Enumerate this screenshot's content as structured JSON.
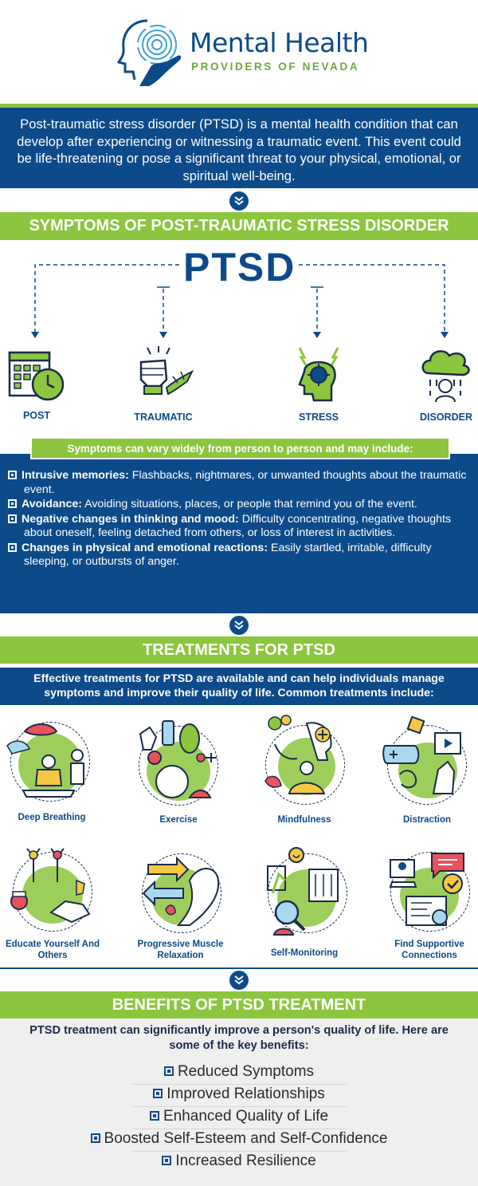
{
  "header": {
    "brand_name": "Mental Health",
    "brand_sub": "PROVIDERS OF NEVADA"
  },
  "intro": {
    "text": "Post-traumatic stress disorder (PTSD) is a mental health condition that can develop after experiencing or witnessing a traumatic event. This event could be life-threatening or pose a significant threat to your physical, emotional, or spiritual well-being."
  },
  "symptoms_section": {
    "title": "SYMPTOMS OF POST-TRAUMATIC STRESS DISORDER",
    "acronym": "PTSD",
    "letters": [
      {
        "label": "POST",
        "icon": "calendar-clock-icon"
      },
      {
        "label": "TRAUMATIC",
        "icon": "fist-icon"
      },
      {
        "label": "STRESS",
        "icon": "stressed-head-icon"
      },
      {
        "label": "DISORDER",
        "icon": "rain-cloud-head-icon"
      }
    ],
    "vary_note": "Symptoms can vary widely from person to person and may include:",
    "items": [
      {
        "term": "Intrusive memories:",
        "desc": " Flashbacks, nightmares, or unwanted thoughts about the traumatic event."
      },
      {
        "term": "Avoidance:",
        "desc": " Avoiding situations, places, or people that remind you of the event."
      },
      {
        "term": "Negative changes in thinking and mood:",
        "desc": " Difficulty concentrating, negative thoughts about oneself, feeling detached from others, or loss of interest in activities."
      },
      {
        "term": "Changes in physical and emotional reactions:",
        "desc": " Easily startled, irritable, difficulty sleeping, or outbursts of anger."
      }
    ]
  },
  "treatments_section": {
    "title": "TREATMENTS FOR PTSD",
    "intro": "Effective treatments for PTSD are available and can help individuals manage symptoms and improve their quality of life. Common treatments include:",
    "items": [
      {
        "label": "Deep Breathing",
        "icon": "deep-breathing-icon"
      },
      {
        "label": "Exercise",
        "icon": "exercise-icon"
      },
      {
        "label": "Mindfulness",
        "icon": "mindfulness-icon"
      },
      {
        "label": "Distraction",
        "icon": "distraction-icon"
      },
      {
        "label": "Educate Yourself And Others",
        "icon": "education-icon"
      },
      {
        "label": "Progressive Muscle Relaxation",
        "icon": "muscle-relaxation-icon"
      },
      {
        "label": "Self-Monitoring",
        "icon": "self-monitoring-icon"
      },
      {
        "label": "Find Supportive Connections",
        "icon": "supportive-connections-icon"
      }
    ]
  },
  "benefits_section": {
    "title": "BENEFITS OF PTSD TREATMENT",
    "intro": "PTSD treatment can significantly improve a person's quality of life. Here are some of the key benefits:",
    "items": [
      "Reduced Symptoms",
      "Improved Relationships",
      "Enhanced Quality of Life",
      "Boosted Self-Esteem and Self-Confidence",
      "Increased Resilience"
    ]
  },
  "colors": {
    "navy": "#0d4a8a",
    "green": "#8cc63f"
  }
}
